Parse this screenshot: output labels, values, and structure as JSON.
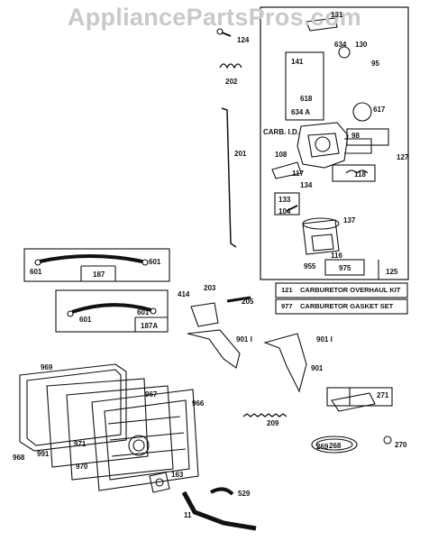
{
  "watermark": "AppliancePartsPros.com",
  "diagram": {
    "carb_label": "CARB. I.D.",
    "kits": [
      {
        "number": "121",
        "description": "CARBURETOR OVERHAUL KIT"
      },
      {
        "number": "977",
        "description": "CARBURETOR GASKET SET"
      }
    ],
    "parts": {
      "p124": "124",
      "p202": "202",
      "p201": "201",
      "p131": "131",
      "p634": "634",
      "p130": "130",
      "p95": "95",
      "p141": "141",
      "p618": "618",
      "p634a": "634 A",
      "p617": "617",
      "p98": "98",
      "p108": "108",
      "p117": "117",
      "p127": "127",
      "p134": "134",
      "p118": "118",
      "p133": "133",
      "p104": "104",
      "p137": "137",
      "p116": "116",
      "p955": "955",
      "p975": "975",
      "p125": "125",
      "p601a": "601",
      "p601b": "601",
      "p187": "187",
      "p601c": "601",
      "p601d": "601",
      "p187a": "187A",
      "p414": "414",
      "p203": "203",
      "p205": "205",
      "p9011a": "901 I",
      "p9011b": "901 I",
      "p901": "901",
      "p969": "969",
      "p967": "967",
      "p966": "966",
      "p968": "968",
      "p991": "991",
      "p971": "971",
      "p970": "970",
      "p163": "163",
      "p529": "529",
      "p11": "11",
      "p209": "209",
      "p271": "271",
      "p269": "269",
      "p268": "268",
      "p270": "270"
    }
  },
  "colors": {
    "ink": "#111111",
    "watermark": "#c9c9c9",
    "paper": "#ffffff"
  }
}
